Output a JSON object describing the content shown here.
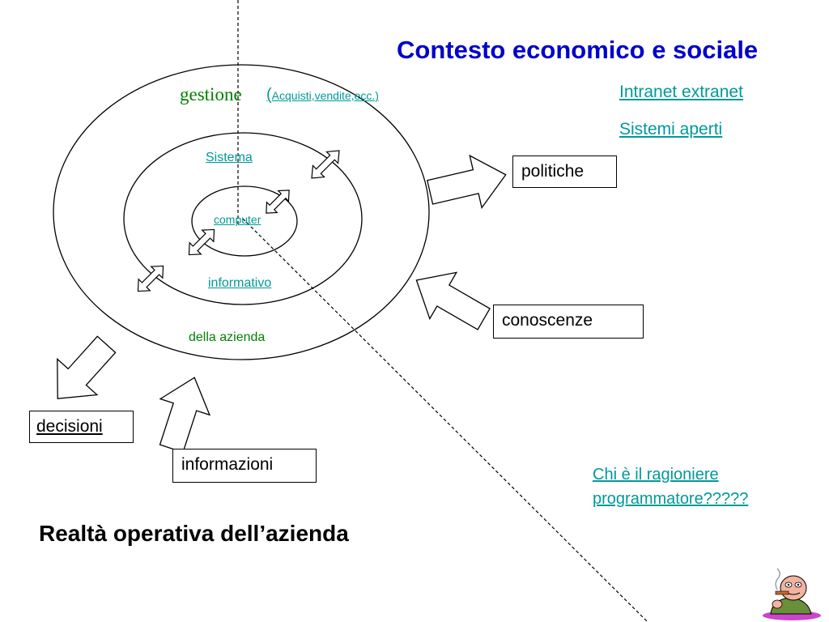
{
  "title": "Contesto economico e sociale",
  "bottom_title": "Realtà operativa dell’azienda",
  "rings": {
    "outer_label": "gestione",
    "outer_note_paren": "(",
    "outer_note": "Acquisti,vendite,ecc.)",
    "middle_top": "Sistema",
    "inner": "computer",
    "middle_bottom": "informativo",
    "outer_bottom": "della azienda"
  },
  "right_links": {
    "intranet": "Intranet extranet",
    "open_systems": "Sistemi aperti"
  },
  "boxes": {
    "politiche": "politiche",
    "conoscenze": "conoscenze",
    "decisioni": "decisioni",
    "informazioni": "informazioni"
  },
  "question": {
    "line1": "Chi è il ragioniere",
    "line2": "programmatore?????"
  },
  "colors": {
    "title": "#0000cc",
    "link": "#009999",
    "green_text": "#008000"
  },
  "icons": [
    "double-arrow-icon",
    "block-arrow-icon",
    "mascot-icon"
  ]
}
